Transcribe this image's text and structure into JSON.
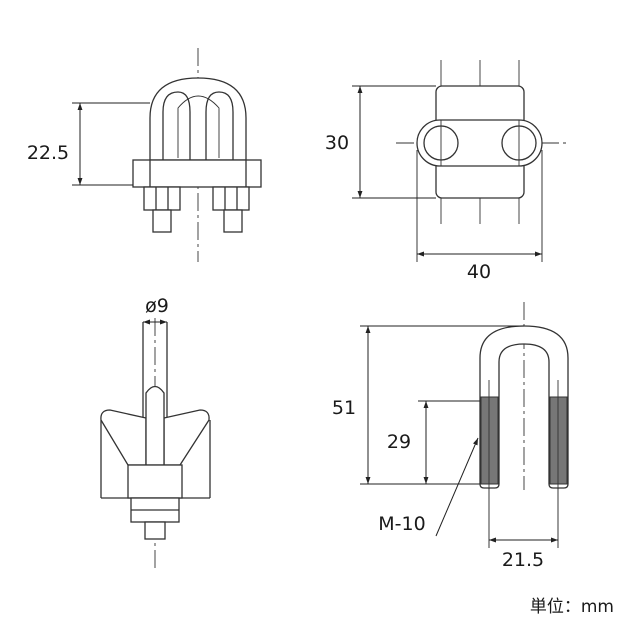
{
  "dimensions": {
    "front_height": "22.5",
    "top_height": "30",
    "top_width": "40",
    "side_diameter": "ø9",
    "ubolt_height": "51",
    "ubolt_thread_length": "29",
    "thread_spec": "M-10",
    "ubolt_width": "21.5"
  },
  "unit_note": "単位：mm",
  "colors": {
    "line": "#333333",
    "thread_fill": "#777777",
    "background": "#ffffff"
  }
}
